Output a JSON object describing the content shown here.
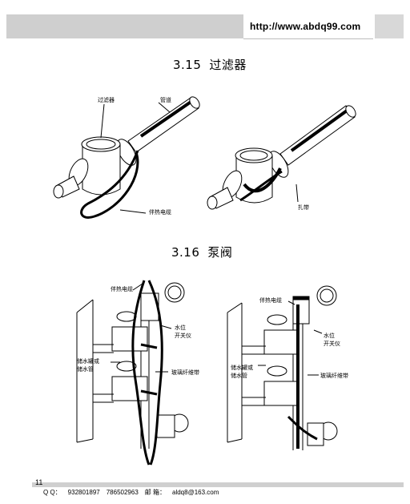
{
  "header": {
    "url": "http://www.abdq99.com"
  },
  "section1": {
    "number": "3.15",
    "title": "过滤器",
    "labels": {
      "filter": "过滤器",
      "pipe": "管道",
      "heat_cable": "伴热电缆",
      "tie": "扎带"
    }
  },
  "section2": {
    "number": "3.16",
    "title": "泵阀",
    "left": {
      "heat_cable": "伴热电缆",
      "level_switch_1": "水位",
      "level_switch_2": "开关仪",
      "tank_1": "储水罐或",
      "tank_2": "储水管",
      "tape": "玻璃纤维带"
    },
    "right": {
      "heat_cable": "伴热电缆",
      "level_switch_1": "水位",
      "level_switch_2": "开关仪",
      "tank_1": "储水罐或",
      "tank_2": "储水管",
      "tape": "玻璃纤维带"
    }
  },
  "footer": {
    "page_number": "11",
    "qq_label": "Q Q：",
    "qq_1": "932801897",
    "qq_2": "786502963",
    "email_label": "邮  箱：",
    "email": "aldq8@163.com"
  }
}
